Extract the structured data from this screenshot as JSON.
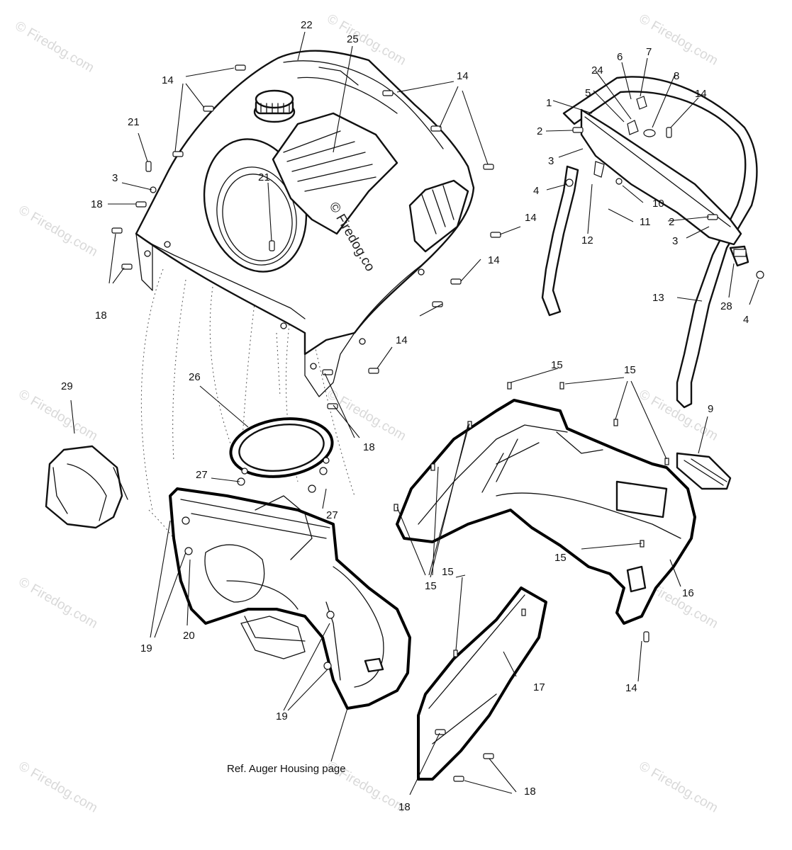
{
  "watermark": {
    "text": "© Firedog.com",
    "center_text": "© Firedog.co"
  },
  "callouts": {
    "c22": "22",
    "c25": "25",
    "c14a": "14",
    "c14b": "14",
    "c14c": "14",
    "c14d": "14",
    "c14e": "14",
    "c14f": "14",
    "c21a": "21",
    "c21b": "21",
    "c3a": "3",
    "c18a": "18",
    "c18b": "18",
    "c18c": "18",
    "c18d": "18",
    "c18e": "18",
    "c29": "29",
    "c26": "26",
    "c27a": "27",
    "c27b": "27",
    "c19a": "19",
    "c19b": "19",
    "c20": "20",
    "c17": "17",
    "c15a": "15",
    "c15b": "15",
    "c15c": "15",
    "c15d": "15",
    "c15e": "15",
    "c16": "16",
    "c9": "9",
    "c1": "1",
    "c2a": "2",
    "c2b": "2",
    "c3b": "3",
    "c3c": "3",
    "c4a": "4",
    "c4b": "4",
    "c5": "5",
    "c24": "24",
    "c6": "6",
    "c7": "7",
    "c8": "8",
    "c10": "10",
    "c11": "11",
    "c12": "12",
    "c13": "13",
    "c28": "28"
  },
  "caption": "Ref. Auger Housing page",
  "colors": {
    "line": "#111111",
    "watermark": "#d9d9d9",
    "background": "#ffffff"
  }
}
